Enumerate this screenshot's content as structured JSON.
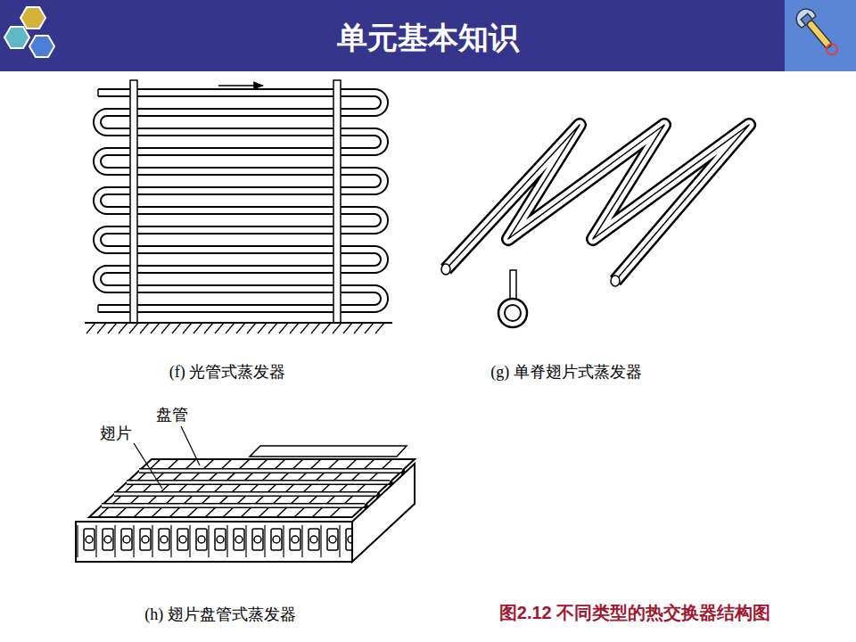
{
  "diagram": {
    "title": "单元基本知识",
    "caption": "图2.12 不同类型的热交换器结构图",
    "labels": [
      "(f) 光管式蒸发器",
      "(g) 单脊翅片式蒸发器",
      "盘管",
      "翅片",
      "(h) 翅片盘管式蒸发器"
    ]
  }
}
